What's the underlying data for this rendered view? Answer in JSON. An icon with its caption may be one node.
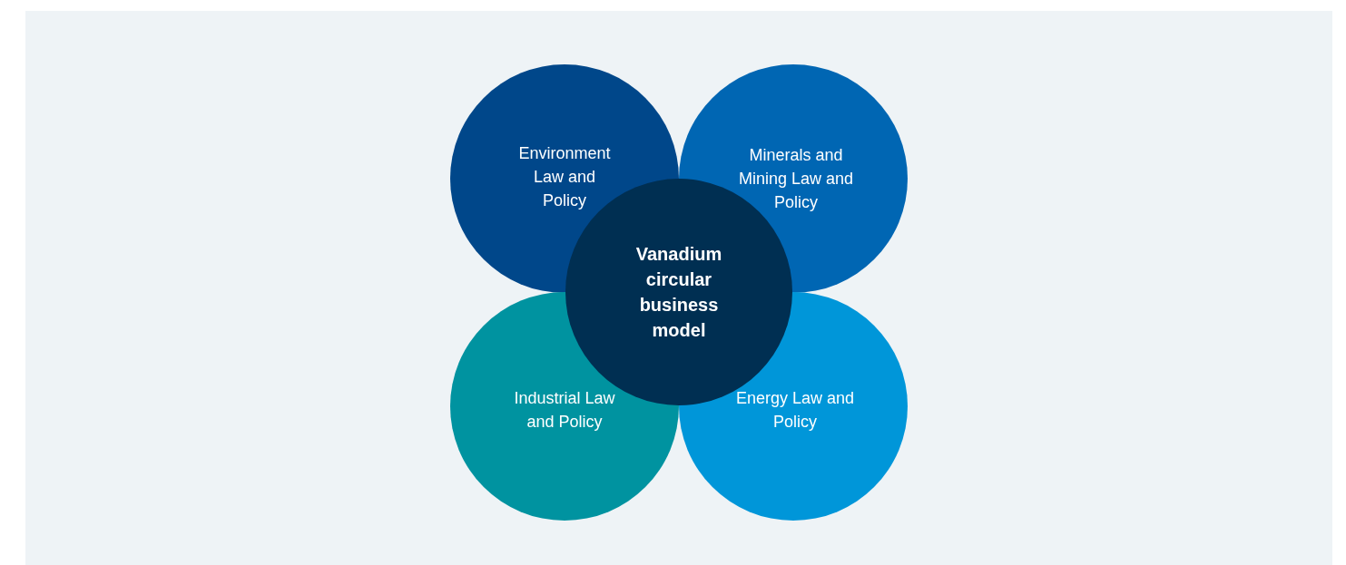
{
  "diagram": {
    "nodes": [
      {
        "text": [
          "Environment Law and Policy"
        ]
      },
      {
        "text": [
          "Minerals and Mining Law and Policy"
        ]
      },
      {
        "text": [
          "Vanadium circular business model"
        ]
      },
      {
        "text": [
          "Industrial Law and Policy"
        ]
      },
      {
        "text": [
          "Energy Law and Policy"
        ]
      }
    ]
  }
}
